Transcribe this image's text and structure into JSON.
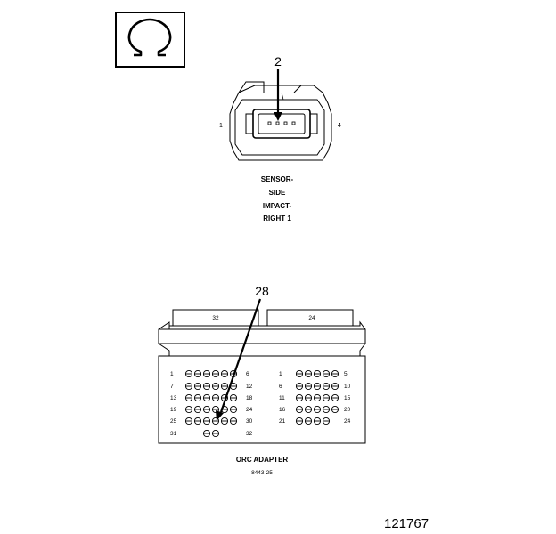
{
  "symbol": {
    "icon": "ohm-icon",
    "glyph": "Ω"
  },
  "sensor_connector": {
    "callout": "2",
    "pin_left": "1",
    "pin_right": "4",
    "caption_lines": [
      "SENSOR-",
      "SIDE",
      "IMPACT-",
      "RIGHT 1"
    ]
  },
  "orc_adapter": {
    "callout": "28",
    "header_left": "32",
    "header_right": "24",
    "left_block": {
      "row_start_labels": [
        "1",
        "7",
        "13",
        "19",
        "25",
        "31"
      ],
      "row_end_labels": [
        "6",
        "12",
        "18",
        "24",
        "30",
        "32"
      ]
    },
    "right_block": {
      "row_start_labels": [
        "1",
        "6",
        "11",
        "16",
        "21"
      ],
      "row_end_labels": [
        "5",
        "10",
        "15",
        "20",
        "24"
      ]
    },
    "caption": "ORC ADAPTER",
    "part_number": "8443-25"
  },
  "figure_number": "121767"
}
